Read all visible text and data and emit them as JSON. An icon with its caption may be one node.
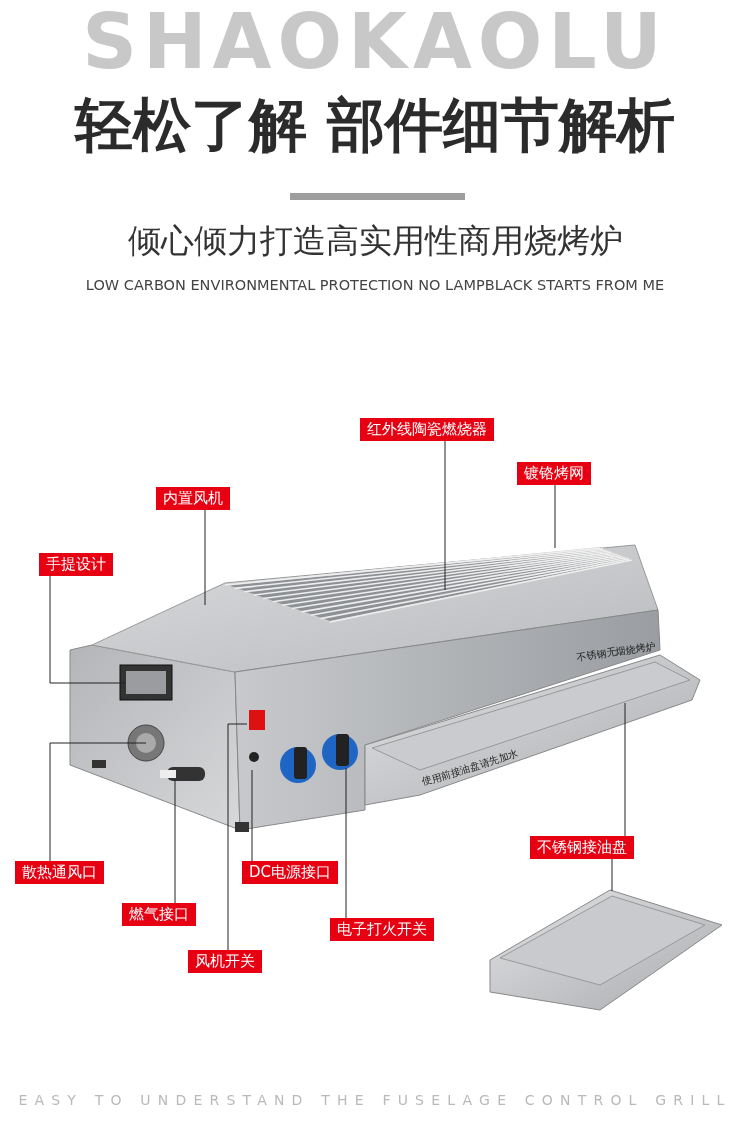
{
  "diagram": {
    "title": "轻松了解 部件细节解析",
    "nodes": [
      {
        "text": [
          "红外线陶瓷燃烧器"
        ]
      },
      {
        "text": [
          "镀铬烤网"
        ]
      },
      {
        "text": [
          "内置风机"
        ]
      },
      {
        "text": [
          "手提设计"
        ]
      },
      {
        "text": [
          "不锈钢接油盘"
        ]
      },
      {
        "text": [
          "散热通风口"
        ]
      },
      {
        "text": [
          "DC电源接口"
        ]
      },
      {
        "text": [
          "燃气接口"
        ]
      },
      {
        "text": [
          "电子打火开关"
        ]
      },
      {
        "text": [
          "风机开关"
        ]
      },
      {
        "text": [],
        "shape": "picture"
      },
      {
        "text": [],
        "shape": "picture"
      }
    ],
    "edges": [
      {
        "from": 0,
        "to": null,
        "arrow": "none"
      },
      {
        "from": 1,
        "to": null,
        "arrow": "none"
      },
      {
        "from": 2,
        "to": null,
        "arrow": "none"
      },
      {
        "from": 3,
        "to": null,
        "arrow": "none"
      },
      {
        "from": 4,
        "to": 10,
        "arrow": "none"
      },
      {
        "from": 4,
        "to": 11,
        "arrow": "none"
      },
      {
        "from": 5,
        "to": null,
        "arrow": "none"
      },
      {
        "from": 6,
        "to": null,
        "arrow": "none"
      },
      {
        "from": 7,
        "to": null,
        "arrow": "none"
      },
      {
        "from": 8,
        "to": null,
        "arrow": "none"
      },
      {
        "from": 9,
        "to": null,
        "arrow": "none"
      }
    ],
    "labels": [
      "SHAOKAOLU",
      "倾心倾力打造高实用性商用烧烤炉",
      "LOW CARBON ENVIRONMENTAL PROTECTION NO LAMPBLACK STARTS FROM ME",
      "不锈钢无烟烧烤炉",
      "使用前接油盘请先加水",
      "EASY TO UNDERSTAND THE FUSELAGE CONTROL GRILL"
    ]
  }
}
